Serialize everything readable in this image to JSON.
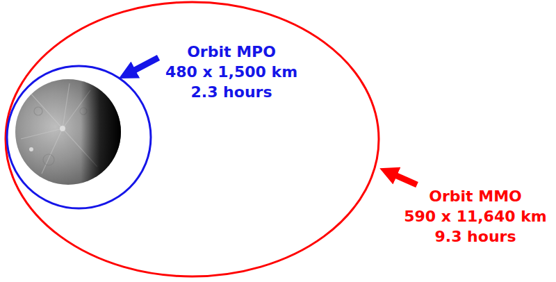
{
  "diagram": {
    "labels": [
      "Orbit MPO",
      "480 x 1,500 km",
      "2.3 hours",
      "Orbit MMO",
      "590 x 11,640 km",
      "9.3 hours"
    ]
  }
}
